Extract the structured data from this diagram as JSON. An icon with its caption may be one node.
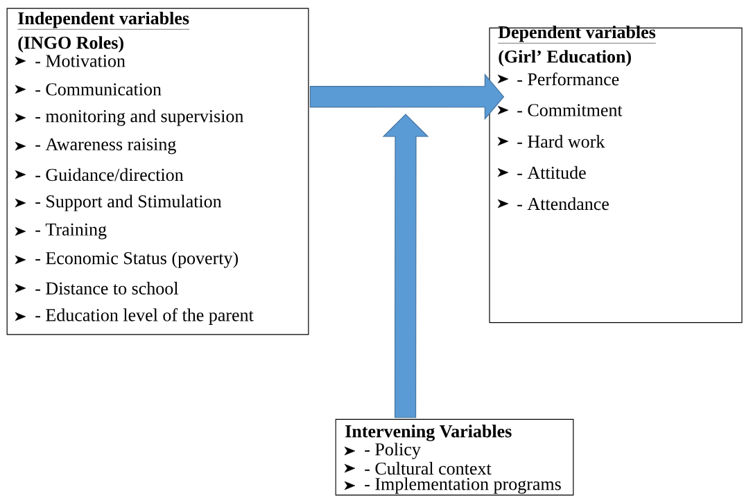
{
  "diagram": {
    "nodes": [
      {
        "text": [
          "Independent variables",
          "(INGO Roles)",
          "- Motivation",
          "- Communication",
          "- monitoring and supervision",
          "- Awareness raising",
          "- Guidance/direction",
          "- Support and Stimulation",
          "- Training",
          "- Economic Status (poverty)",
          "- Distance to school",
          "- Education level of the parent"
        ]
      },
      {
        "text": [
          "Dependent variables",
          "(Girl’ Education)",
          "- Performance",
          "- Commitment",
          "- Hard work",
          "- Attitude",
          "- Attendance"
        ]
      },
      {
        "text": [
          "Intervening Variables",
          "- Policy",
          "- Cultural context",
          "- Implementation programs"
        ]
      }
    ],
    "edges": [
      {
        "from": 0,
        "to": 1,
        "arrow": "to"
      },
      {
        "from": 2,
        "to": null,
        "arrow": "to"
      }
    ]
  }
}
